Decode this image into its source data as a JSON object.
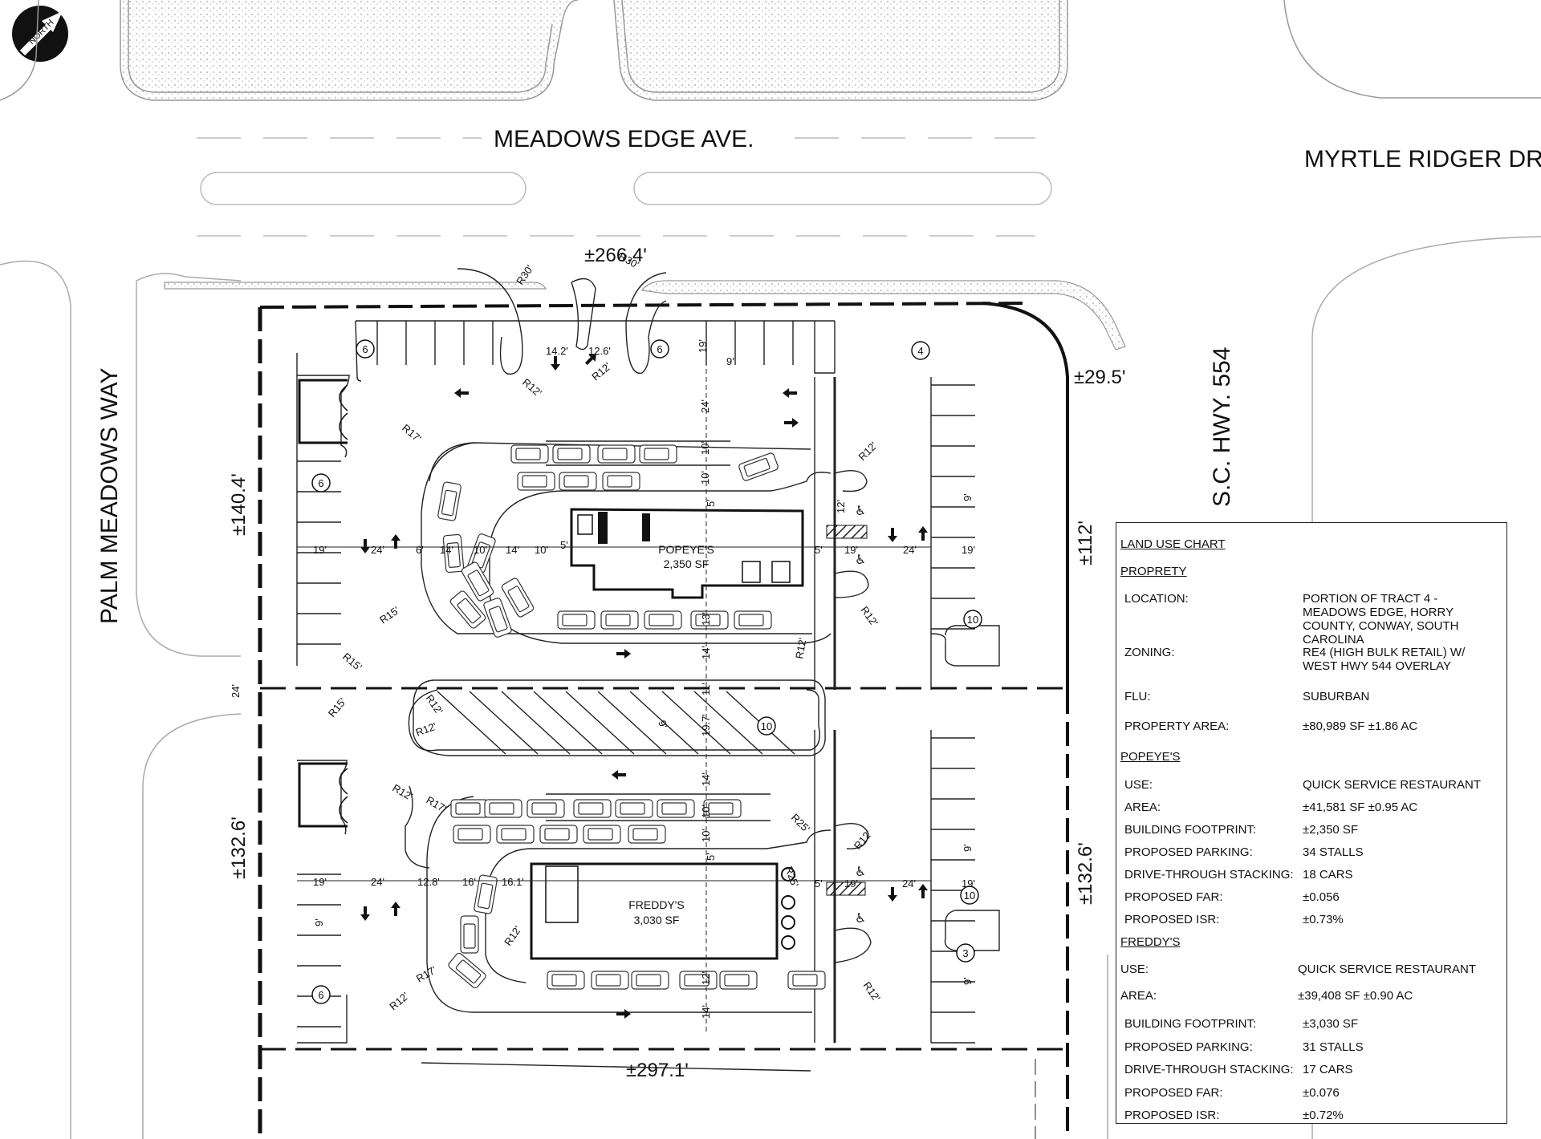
{
  "north": "NORTH",
  "streets": {
    "meadows_edge": "MEADOWS EDGE AVE.",
    "myrtle_ridger": "MYRTLE RIDGER DR",
    "palm_meadows": "PALM MEADOWS WAY",
    "sc_hwy": "S.C. HWY. 554"
  },
  "dimensions": {
    "top": "±266.4'",
    "bottom": "±297.1'",
    "left_upper": "±140.4'",
    "left_lower": "±132.6'",
    "right_upper": "±112'",
    "right_lower": "±132.6'",
    "corner": "±29.5'"
  },
  "buildings": {
    "popeyes_name": "POPEYE'S",
    "popeyes_area": "2,350 SF",
    "freddys_name": "FREDDY'S",
    "freddys_area": "3,030 SF"
  },
  "stall_counts": [
    "6",
    "6",
    "4",
    "6",
    "10",
    "10",
    "10",
    "3",
    "6"
  ],
  "notes": {
    "r30_a": "R30'",
    "r30_b": "R30'",
    "r12_a": "R12'",
    "r12_b": "R12'",
    "d14_2": "14.2'",
    "d12_6": "12.6'",
    "d19_top": "19'",
    "d9_top": "9'",
    "d24_top": "24'",
    "d10_a": "10'",
    "d10_b": "10'",
    "d5_a": "5'",
    "d12_c": "12'",
    "r17_a": "R17'",
    "r12_c": "R12'",
    "r15_a": "R15'",
    "r12_d": "R12'",
    "d13": "13'",
    "d14_a": "14'",
    "r15_b": "R15'",
    "d19_l": "19'",
    "d24_l": "24'",
    "d6": "6'",
    "d14_b": "14'",
    "d10_c": "10'",
    "d14_c": "14'",
    "d10_d": "10'",
    "d5_b": "5'",
    "d5_c": "5'",
    "d19_r": "19'",
    "d24_r": "24'",
    "d19_rr": "19'",
    "d9_r": "9'",
    "d24_mid": "24'",
    "r12_e": "R12'",
    "d11": "11'",
    "r12_f": "R12'",
    "r12_g": "R12'",
    "d9_diag": "9'",
    "d19_7": "19.7'",
    "r15_c": "R15'",
    "d14_d": "14'",
    "r12_h": "R12'",
    "r17_b": "R17'",
    "d10_e": "10'",
    "d10_f": "10'",
    "r25_a": "R25'",
    "r12_i": "R12'",
    "d5_d": "5'",
    "d19_l2": "19'",
    "d24_l2": "24'",
    "d12_8": "12.8'",
    "d16": "16'",
    "d16_1": "16.1'",
    "r25_b": "R25'",
    "d5_e": "5'",
    "d19_r2": "19'",
    "d24_r2": "24'",
    "d19_rr2": "19'",
    "d9_r2": "9'",
    "d9_r3": "9'",
    "d9_l2": "9'",
    "r12_j": "R12'",
    "r17_c": "R17'",
    "r12_k": "R12'",
    "d12_d": "12'",
    "d14_e": "14'",
    "r12_l": "R12'"
  },
  "land_use_chart": {
    "title": "LAND USE CHART",
    "property_header": "PROPRETY",
    "property": [
      {
        "label": "LOCATION:",
        "value": "PORTION OF TRACT 4 - MEADOWS EDGE, HORRY COUNTY, CONWAY, SOUTH CAROLINA"
      },
      {
        "label": "ZONING:",
        "value": "RE4 (HIGH BULK RETAIL) W/ WEST HWY 544 OVERLAY"
      },
      {
        "label": "FLU:",
        "value": "SUBURBAN"
      },
      {
        "label": "PROPERTY AREA:",
        "value": "±80,989 SF ±1.86 AC"
      }
    ],
    "popeyes_header": "POPEYE'S",
    "popeyes": [
      {
        "label": "USE:",
        "value": "QUICK SERVICE RESTAURANT"
      },
      {
        "label": "AREA:",
        "value": "±41,581 SF ±0.95 AC"
      },
      {
        "label": "BUILDING FOOTPRINT:",
        "value": "±2,350 SF"
      },
      {
        "label": "PROPOSED PARKING:",
        "value": "34 STALLS"
      },
      {
        "label": "DRIVE-THROUGH STACKING:",
        "value": "18 CARS"
      },
      {
        "label": "PROPOSED FAR:",
        "value": "±0.056"
      },
      {
        "label": "PROPOSED ISR:",
        "value": "±0.73%"
      }
    ],
    "freddys_header": "FREDDY'S",
    "freddys": [
      {
        "label": "USE:",
        "value": "QUICK SERVICE RESTAURANT"
      },
      {
        "label": "AREA:",
        "value": "±39,408 SF ±0.90 AC"
      },
      {
        "label": "BUILDING FOOTPRINT:",
        "value": "±3,030 SF"
      },
      {
        "label": "PROPOSED PARKING:",
        "value": "31 STALLS"
      },
      {
        "label": "DRIVE-THROUGH STACKING:",
        "value": "17 CARS"
      },
      {
        "label": "PROPOSED FAR:",
        "value": "±0.076"
      },
      {
        "label": "PROPOSED ISR:",
        "value": "±0.72%"
      }
    ]
  }
}
